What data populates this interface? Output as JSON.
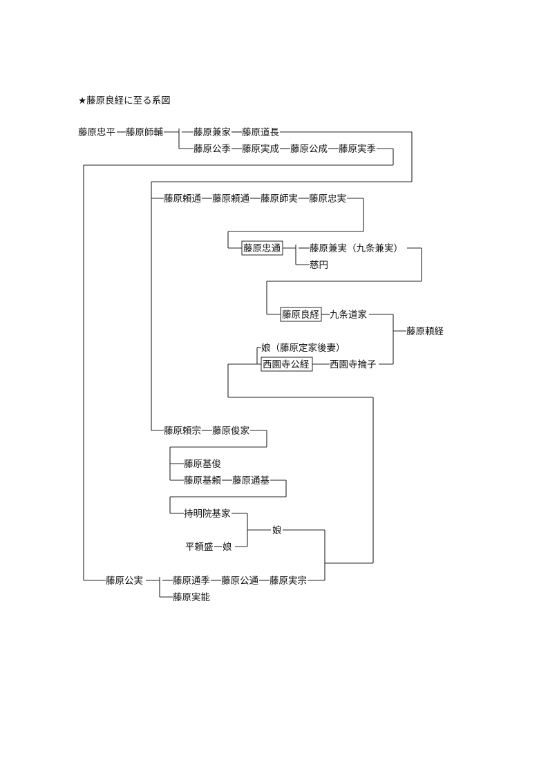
{
  "title": "★藤原良経に至る系図",
  "names": {
    "tadahira": "藤原忠平",
    "morosuke": "藤原師輔",
    "kaneie": "藤原兼家",
    "michinaga": "藤原道長",
    "kinsue": "藤原公季",
    "sanenari": "藤原実成",
    "kinnari": "藤原公成",
    "sanesue": "藤原実季",
    "yorimichi": "藤原頼通",
    "moroie_gen": "藤原頼通",
    "morozane": "藤原師実",
    "tadazane": "藤原忠実",
    "tadamichi": "藤原忠通",
    "kanezane": "藤原兼実（九条兼実）",
    "jien": "慈円",
    "yoshitsune": "藤原良経",
    "michiie": "九条道家",
    "yoritsune": "藤原頼経",
    "musume_teika": "娘（藤原定家後妻）",
    "kintsune": "西園寺公経",
    "rinshi": "西園寺掄子",
    "yorimune": "藤原頼宗",
    "toshiie": "藤原俊家",
    "mototoshi": "藤原基俊",
    "motoyori": "藤原基頼",
    "michimoto": "藤原通基",
    "jimyoin_motoie": "持明院基家",
    "musume2": "娘",
    "taira_yorimori": "平頼盛",
    "musume3": "娘",
    "kinzane": "藤原公実",
    "michisue": "藤原通季",
    "kinmichi": "藤原公通",
    "sanemune": "藤原実宗",
    "sanetaka": "藤原実能"
  }
}
